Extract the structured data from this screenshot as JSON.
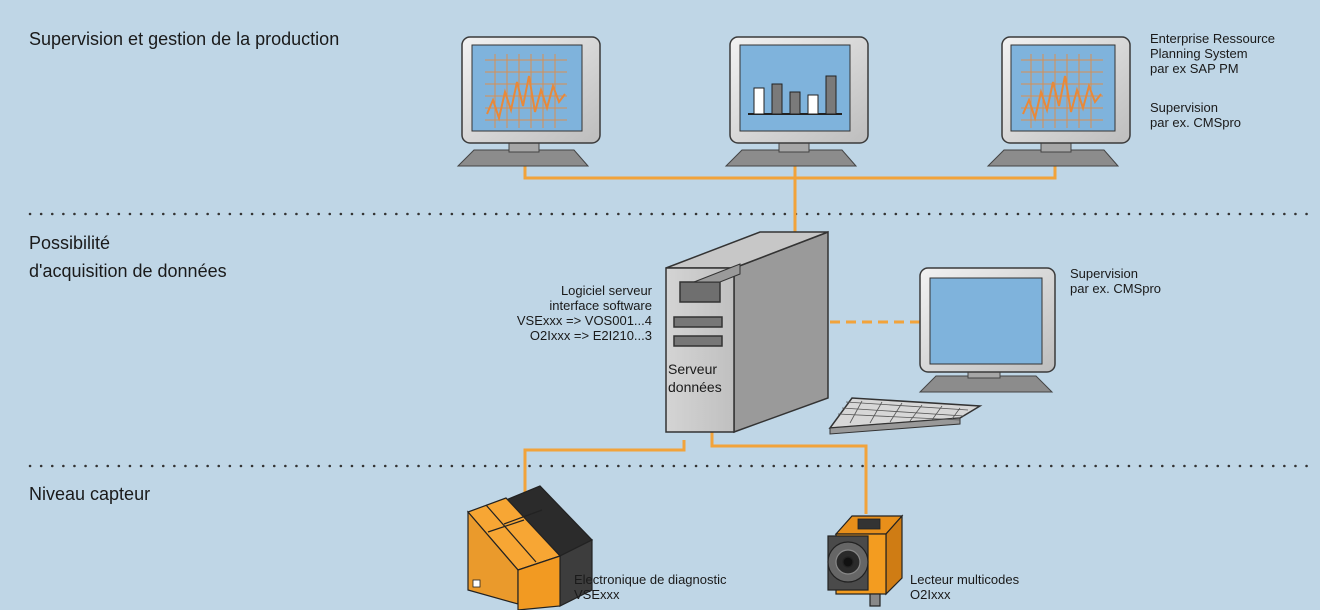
{
  "zones": {
    "top": "Supervision et gestion de la production",
    "middle_line1": "Possibilité",
    "middle_line2": "d'acquisition de données",
    "bottom": "Niveau capteur"
  },
  "erp": {
    "line1": "Enterprise Ressource",
    "line2": "Planning System",
    "line3": "par ex SAP PM",
    "line4": "Supervision",
    "line5": "par ex. CMSpro"
  },
  "software": {
    "line1": "Logiciel serveur",
    "line2": "interface software",
    "line3": "VSExxx => VOS001...4",
    "line4": "O2Ixxx => E2I210...3"
  },
  "server": {
    "line1": "Serveur",
    "line2": "données"
  },
  "supervision_pc": {
    "line1": "Supervision",
    "line2": "par ex.  CMSpro"
  },
  "diag": {
    "line1": "Electronique de diagnostic",
    "line2": "VSExxx"
  },
  "reader": {
    "line1": "Lecteur multicodes",
    "line2": "O2Ixxx"
  },
  "colors": {
    "background": "#bfd6e6",
    "cable": "#f2a33a",
    "screen": "#7fb3dc",
    "device_orange": "#f39c20"
  },
  "icons": [
    "monitor-icon",
    "bar-chart-icon",
    "server-tower-icon",
    "keyboard-icon",
    "diagnostic-module-icon",
    "camera-sensor-icon"
  ]
}
